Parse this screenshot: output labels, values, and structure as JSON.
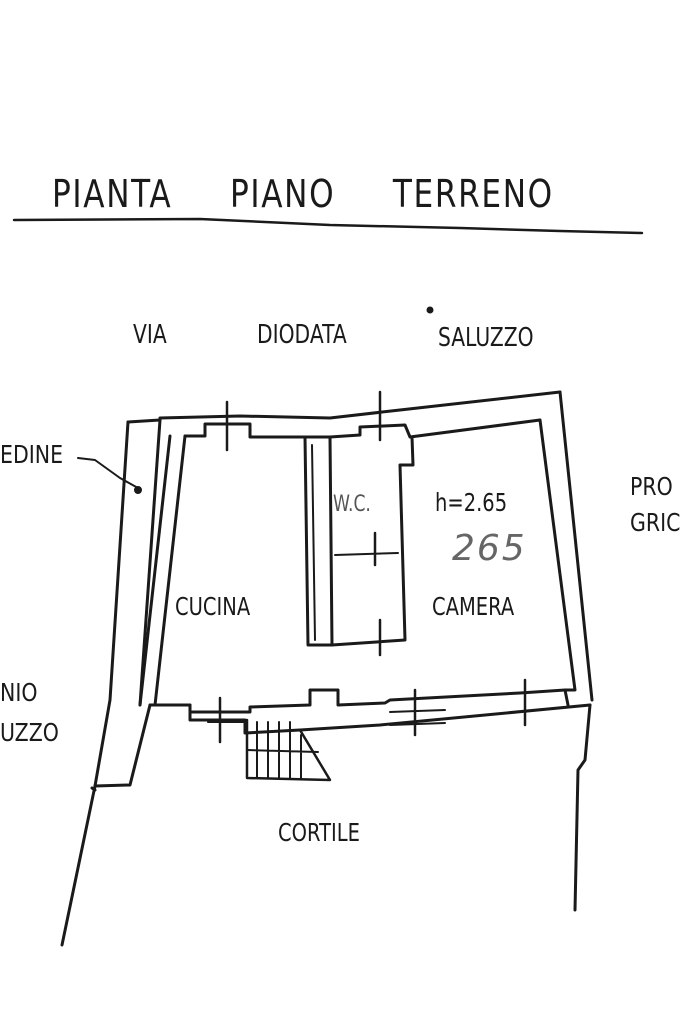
{
  "title": "PIANTA   PIANO   TERRENO",
  "title_parts": [
    "PIANTA",
    "PIANO",
    "TERRENO"
  ],
  "street": {
    "via": "VIA",
    "diodata": "DIODATA",
    "saluzzo": "SALUZZO"
  },
  "rooms": {
    "kitchen": "CUCINA",
    "bedroom": "CAMERA",
    "wc": "W.C.",
    "courtyard": "CORTILE"
  },
  "annotations": {
    "height": "h=2.65",
    "handwritten": "265"
  },
  "neighbours": {
    "left_top": "EDINE",
    "left_bottom_1": "NIO",
    "left_bottom_2": "UZZO",
    "right_1": "PRO",
    "right_2": "GRIC"
  },
  "colors": {
    "ink": "#1a1a1a",
    "paper": "#ffffff"
  }
}
